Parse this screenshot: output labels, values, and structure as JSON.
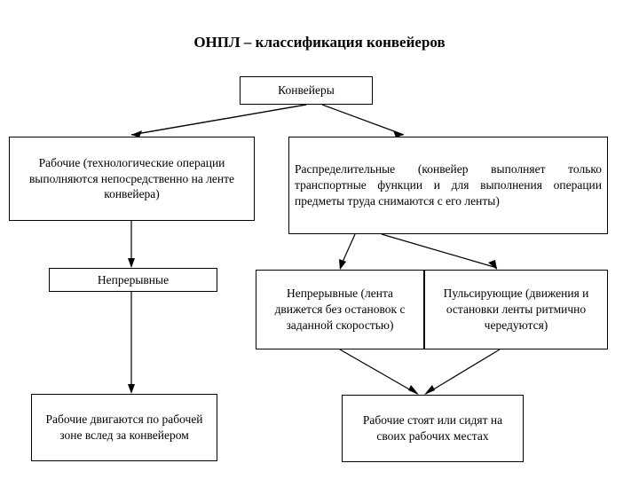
{
  "title": "ОНПЛ – классификация конвейеров",
  "nodes": {
    "root": "Конвейеры",
    "working": "Рабочие (технологические операции выполняются непосредственно на ленте конвейера)",
    "distributing": "Распределительные (конвейер выполняет только транспортные функции и для выполнения операции предметы труда снимаются с его ленты)",
    "continuous_left": "Непрерывные",
    "continuous_right": "Непрерывные (лента движется без остановок с заданной скоростью)",
    "pulsing": "Пульсирующие (движения и остановки ленты ритмично чередуются)",
    "workers_move": "Рабочие двигаются по рабочей зоне вслед за конвейером",
    "workers_stand": "Рабочие стоят или сидят на своих рабочих местах"
  },
  "colors": {
    "line": "#000000",
    "background": "#ffffff",
    "text": "#000000"
  }
}
